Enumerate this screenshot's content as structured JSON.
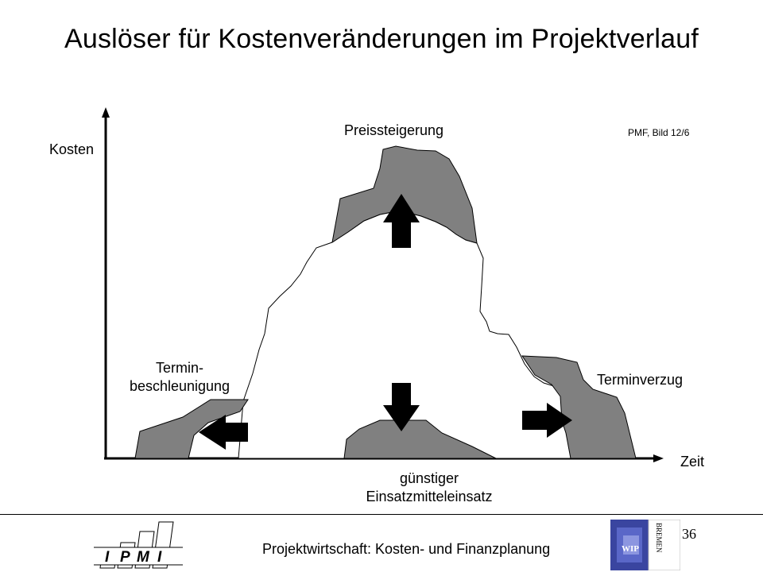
{
  "title": "Auslöser für Kostenveränderungen im Projektverlauf",
  "axes": {
    "y_label": "Kosten",
    "x_label": "Zeit"
  },
  "reference": "PMF, Bild 12/6",
  "drivers": {
    "top": "Preissteigerung",
    "left_line1": "Termin-",
    "left_line2": "beschleunigung",
    "right": "Terminverzug",
    "bottom_line1": "günstiger",
    "bottom_line2": "Einsatzmitteleinsatz"
  },
  "footer": {
    "text": "Projektwirtschaft: Kosten- und Finanzplanung",
    "page_number": "36",
    "logo_left_letters": [
      "I",
      "P",
      "M",
      "I"
    ],
    "logo_right_text": "WIP",
    "logo_right_vertical": "BREMEN"
  },
  "colors": {
    "shape_fill": "#808080",
    "arrow_fill": "#000000",
    "line": "#000000"
  }
}
